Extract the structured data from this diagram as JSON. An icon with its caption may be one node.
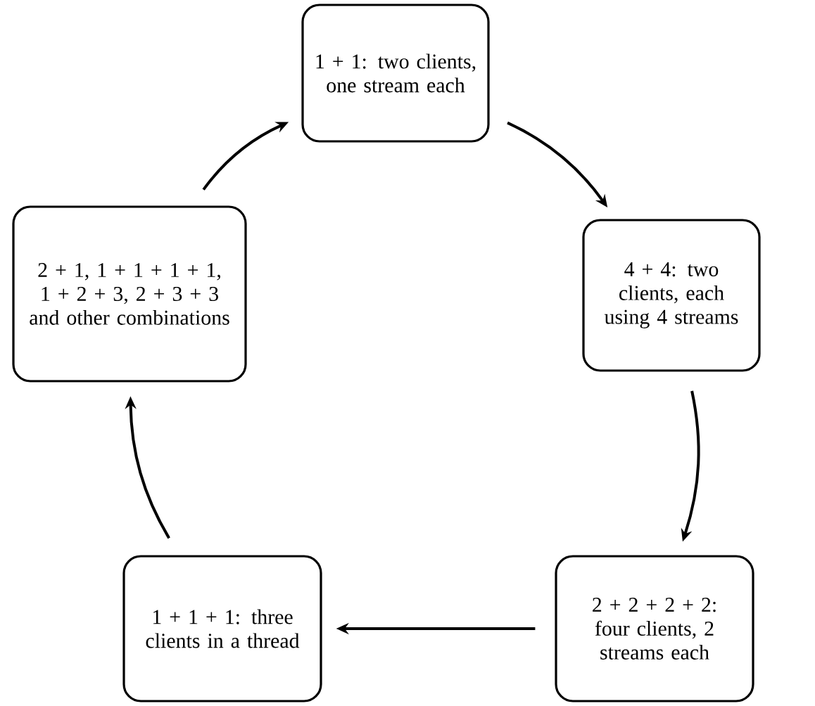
{
  "diagram": {
    "nodes": [
      {
        "text": [
          "1 + 1: two clients, one stream each"
        ]
      },
      {
        "text": [
          "4 + 4: two clients, each using 4 streams"
        ]
      },
      {
        "text": [
          "2 + 2 + 2 + 2: four clients, 2 streams each"
        ]
      },
      {
        "text": [
          "1 + 1 + 1: three clients in a thread"
        ]
      },
      {
        "text": [
          "2 + 1, 1 + 1 + 1 + 1, 1 + 2 + 3, 2 + 3 + 3 and other combinations"
        ]
      }
    ],
    "edges": [
      {
        "from": 0,
        "to": 1,
        "arrow": "to"
      },
      {
        "from": 1,
        "to": 2,
        "arrow": "to"
      },
      {
        "from": 2,
        "to": 3,
        "arrow": "to"
      },
      {
        "from": 3,
        "to": 4,
        "arrow": "to"
      },
      {
        "from": 4,
        "to": 0,
        "arrow": "to"
      }
    ]
  }
}
